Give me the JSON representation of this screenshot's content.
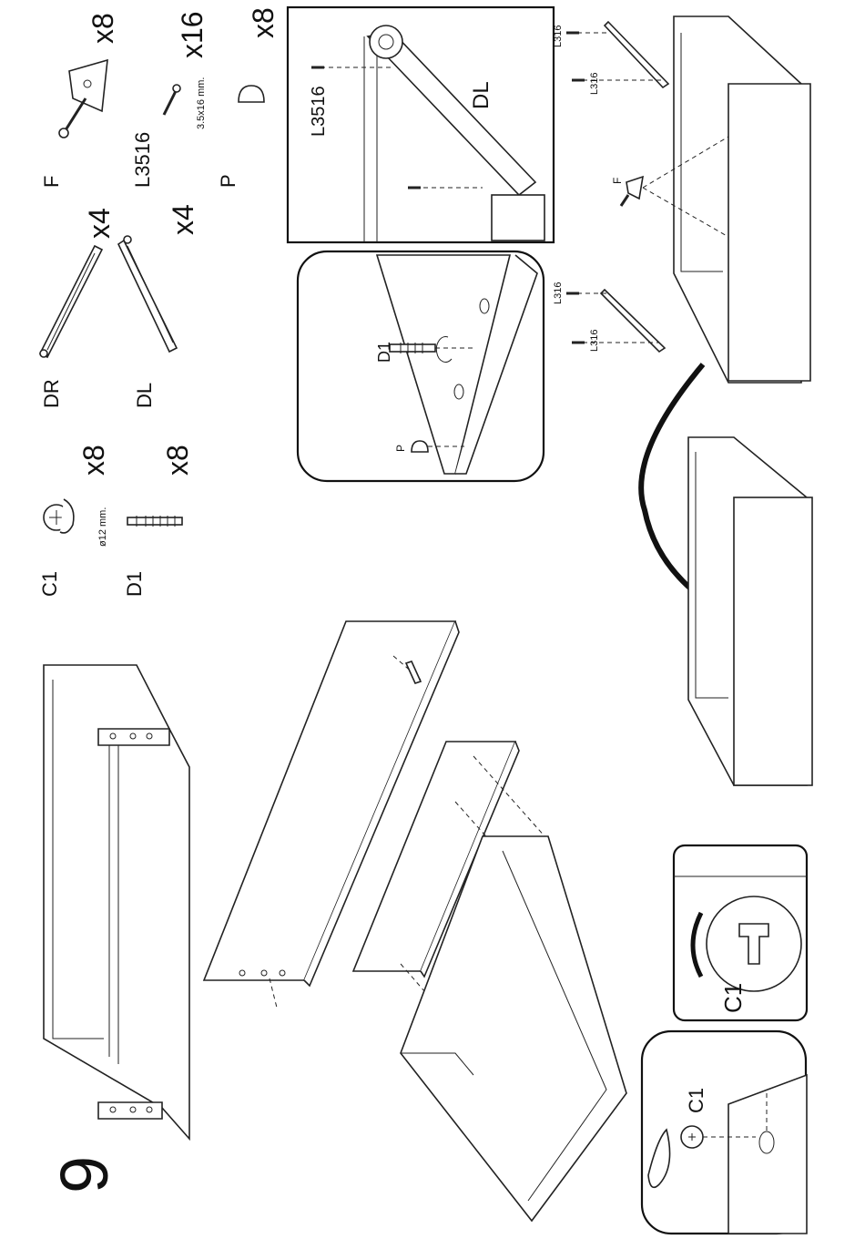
{
  "step_number": "9",
  "parts": {
    "C1": {
      "code": "C1",
      "qty": "x8",
      "note": "ø12 mm."
    },
    "D1": {
      "code": "D1",
      "qty": "x8"
    },
    "DR": {
      "code": "DR",
      "qty": "x4"
    },
    "DL": {
      "code": "DL",
      "qty": "x4"
    },
    "F": {
      "code": "F",
      "qty": "x8"
    },
    "L3516": {
      "code": "L3516",
      "qty": "x16",
      "note": "3.5x16 mm."
    },
    "P": {
      "code": "P",
      "qty": "x8"
    }
  },
  "callouts": {
    "rail_screw": "L3516",
    "rail_code": "DL",
    "dowel": "D1",
    "cap": "P",
    "cam_lock": "C1",
    "cam_lock_small": "C1",
    "bracket": "F",
    "screw_a": "L316",
    "screw_b": "L316",
    "screw_c": "L316",
    "screw_d": "L316"
  }
}
